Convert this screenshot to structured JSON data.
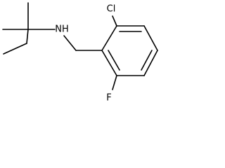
{
  "structure": {
    "atoms": {
      "cl": "Cl",
      "nh": "NH",
      "f": "F"
    },
    "colors": {
      "bond": "#000000",
      "label": "#000000",
      "background": "#ffffff"
    }
  }
}
